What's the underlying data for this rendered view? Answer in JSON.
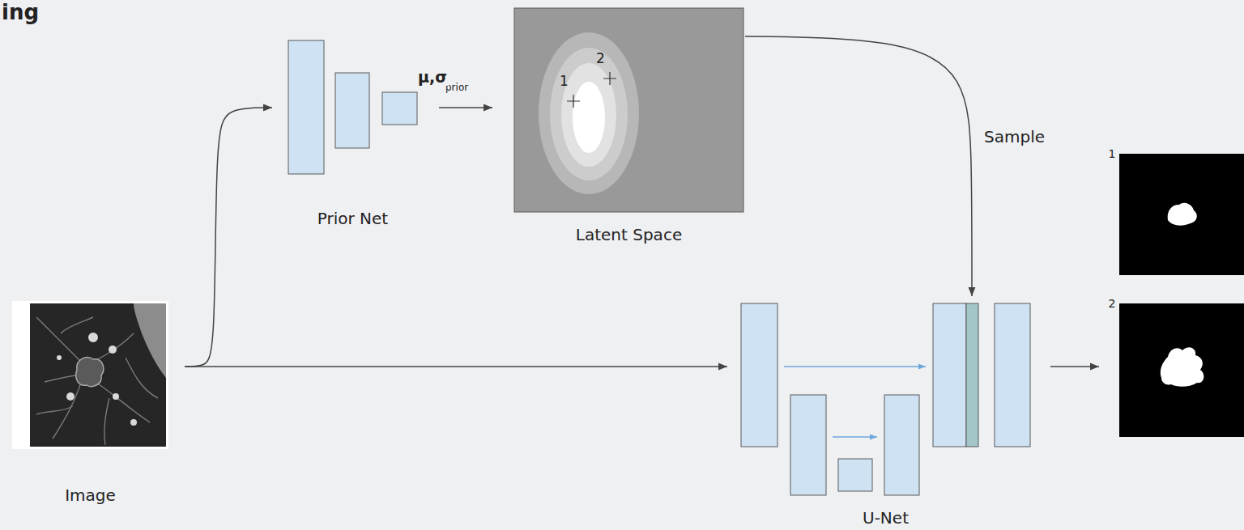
{
  "diagram": {
    "nodes": [
      {
        "text": [
          "Image"
        ]
      },
      {
        "text": [
          "Prior Net"
        ]
      },
      {
        "text": [
          "Latent Space"
        ]
      },
      {
        "text": [
          "U-Net"
        ]
      },
      {
        "text": [
          "1"
        ]
      },
      {
        "text": [
          "2"
        ]
      }
    ],
    "edges": [
      {
        "from": 0,
        "to": 1,
        "arrow": "to"
      },
      {
        "from": 0,
        "to": 3,
        "arrow": "to"
      },
      {
        "from": 1,
        "to": 2,
        "arrow": "to",
        "label": "μ,σ"
      },
      {
        "from": 2,
        "to": 3,
        "arrow": "to",
        "label": "Sample"
      },
      {
        "from": 3,
        "to": 5,
        "arrow": "to"
      }
    ],
    "labels": [
      "ing",
      "prior",
      "1",
      "2"
    ]
  }
}
